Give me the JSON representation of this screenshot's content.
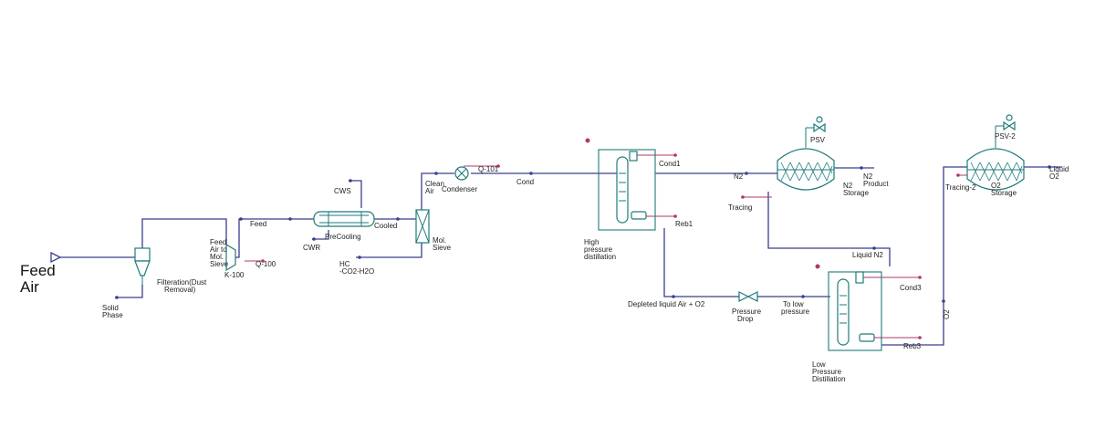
{
  "labels": {
    "feed": "Feed",
    "air": "Air",
    "filtration_1": "Filteration(Dust",
    "filtration_2": "Removal)",
    "solid_1": "Solid",
    "solid_2": "Phase",
    "feed_stream": "Feed",
    "feed_air_1": "Feed",
    "feed_air_2": "Air to",
    "feed_air_3": "Mol.",
    "feed_air_4": "Sieve",
    "k100": "K-100",
    "q100": "Q-100",
    "cws": "CWS",
    "cwr": "CWR",
    "precooling": "PreCooling",
    "cooled": "Cooled",
    "clean_1": "Clean",
    "clean_2": "Air",
    "q101": "Q-101",
    "condenser": "Condenser",
    "mol_1": "Mol.",
    "mol_2": "Sieve",
    "hc_1": "HC",
    "hc_2": "-CO2-H2O",
    "cond": "Cond",
    "cond1": "Cond1",
    "reb1": "Reb1",
    "hp_1": "High",
    "hp_2": "pressure",
    "hp_3": "distillation",
    "n2": "N2",
    "psv": "PSV",
    "n2prod_1": "N2",
    "n2prod_2": "Product",
    "n2stor_1": "N2",
    "n2stor_2": "Storage",
    "tracing": "Tracing",
    "liquid_n2": "Liquid N2",
    "depleted": "Depleted liquid Air + O2",
    "pdrop_1": "Pressure",
    "pdrop_2": "Drop",
    "tolow_1": "To low",
    "tolow_2": "pressure",
    "cond3": "Cond3",
    "reb3": "Reb3",
    "lp_1": "Low",
    "lp_2": "Pressure",
    "lp_3": "Distillation",
    "o2": "O2",
    "psv2": "PSV-2",
    "tracing2": "Tracing-2",
    "o2stor_1": "O2",
    "o2stor_2": "Storage",
    "liqo2_1": "Liquid",
    "liqo2_2": "O2"
  }
}
